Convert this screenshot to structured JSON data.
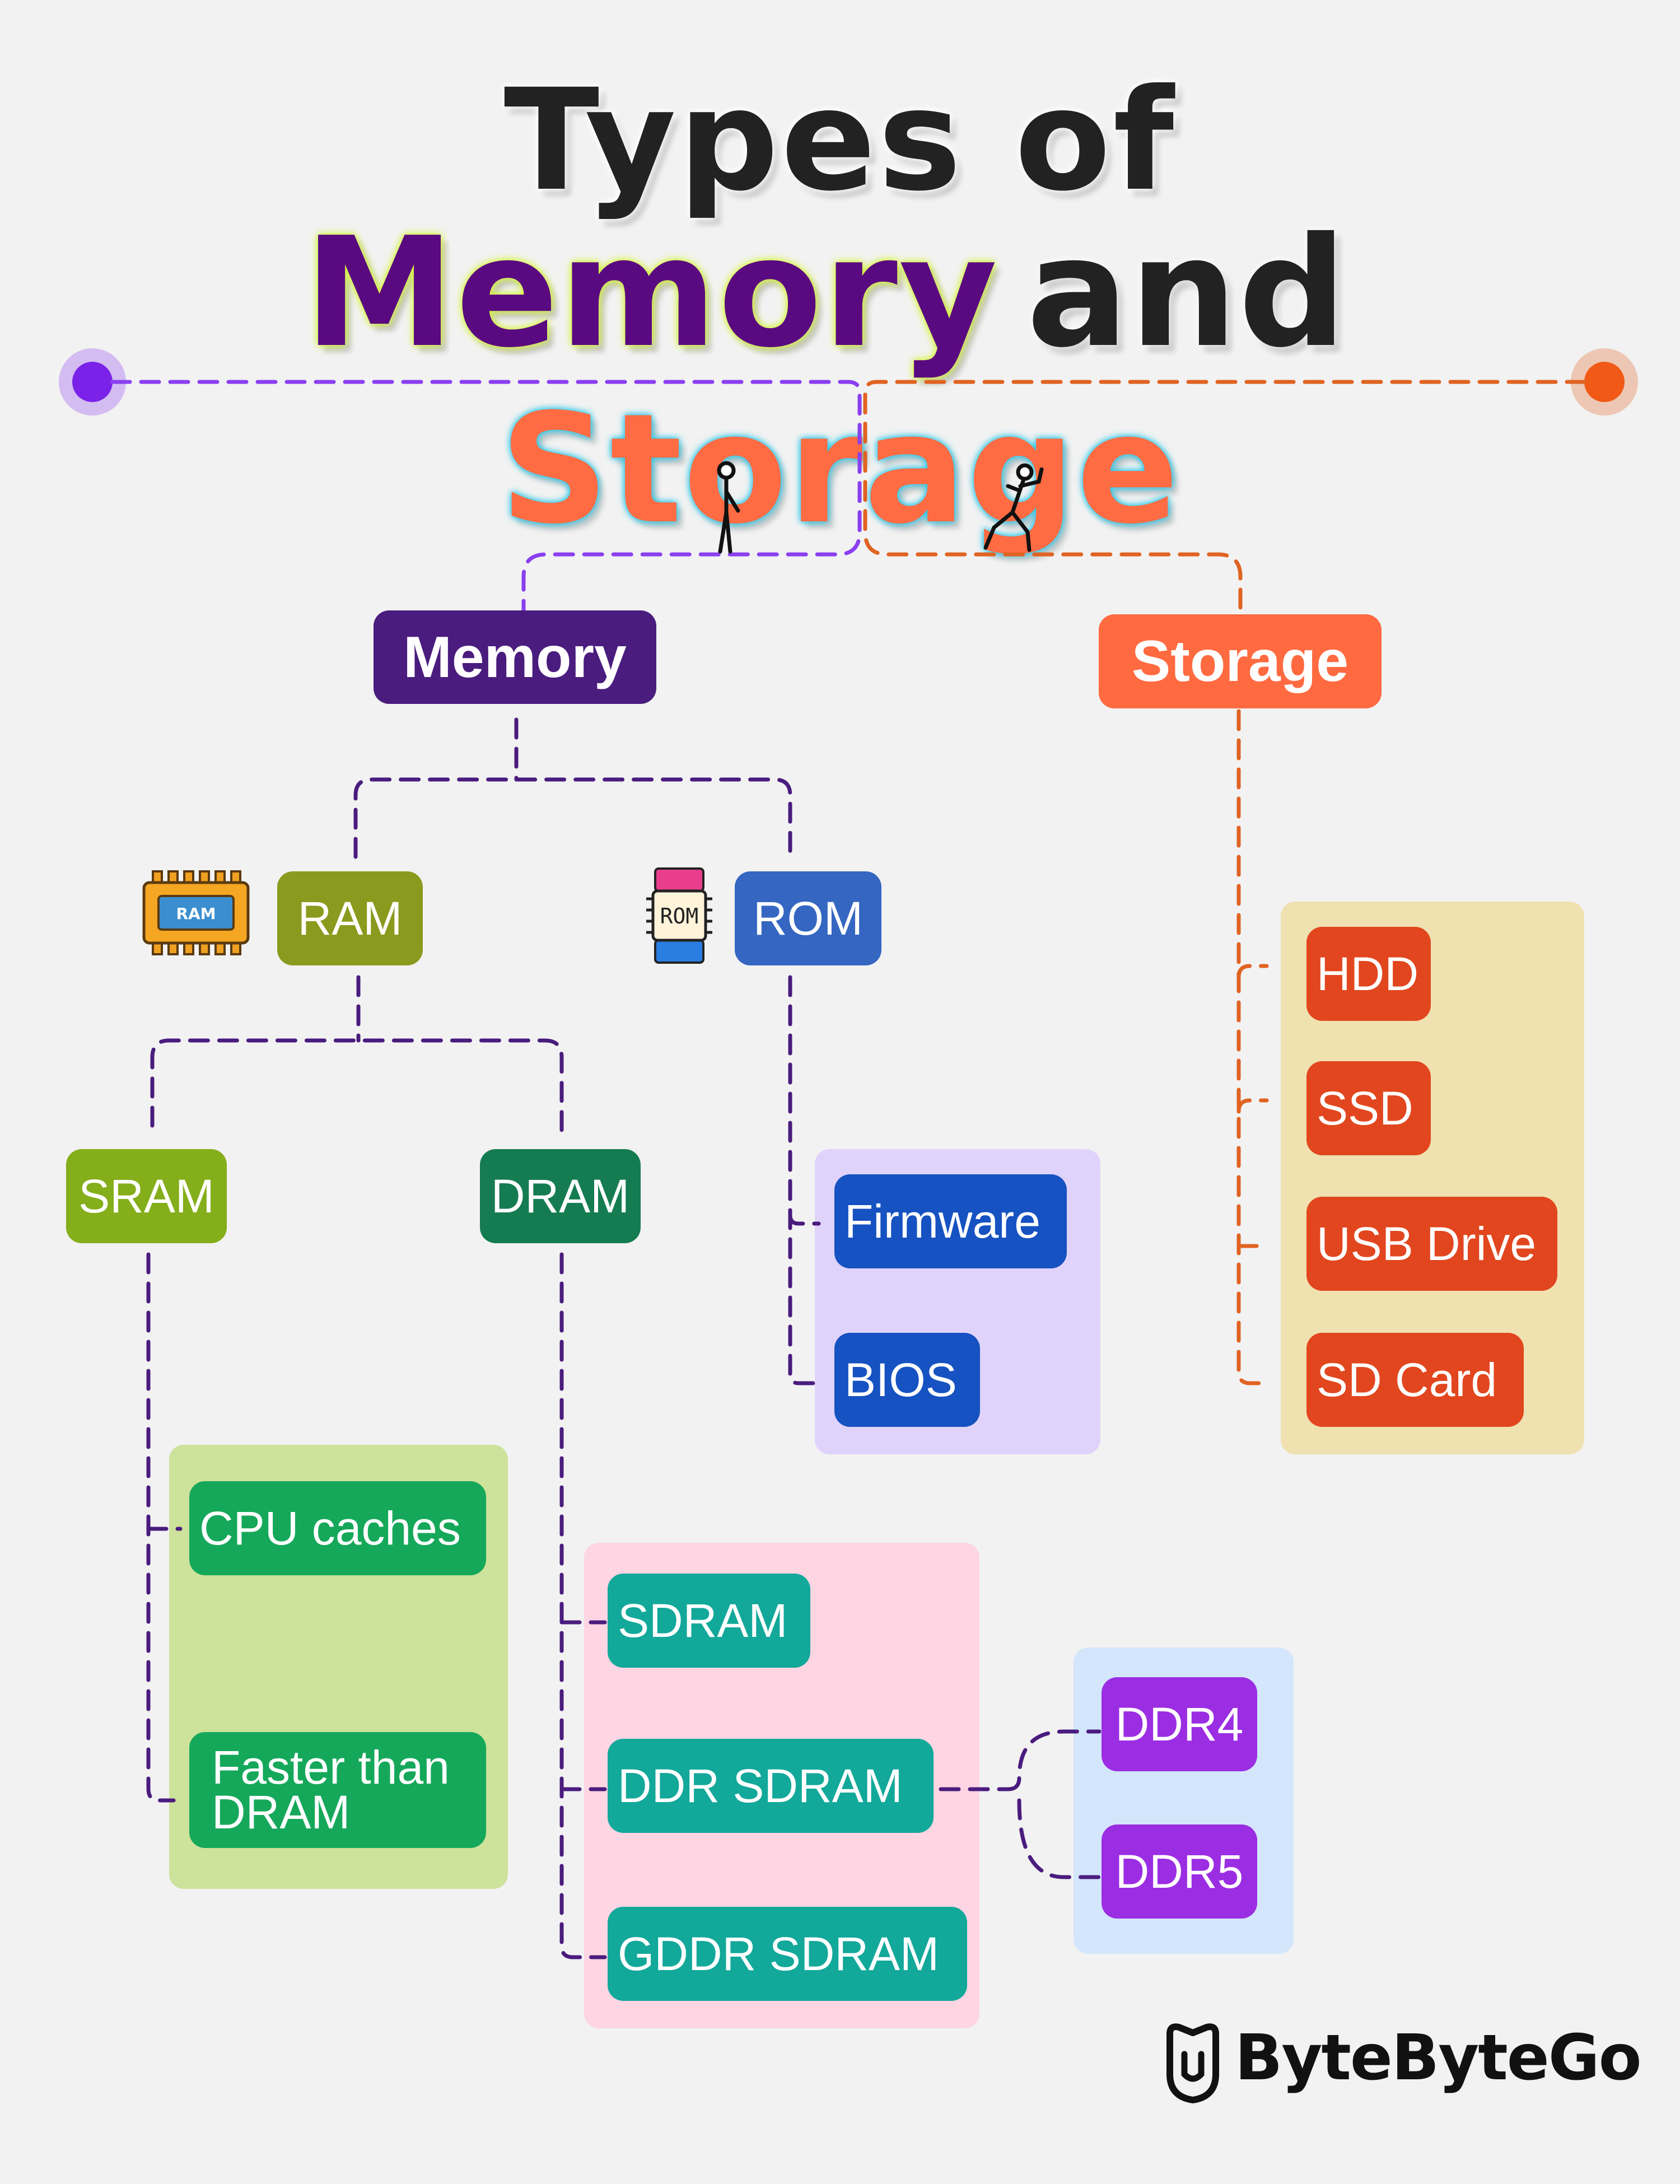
{
  "title": {
    "line1": "Types of",
    "memory_word": "Memory",
    "and_word": "and",
    "storage_word": "Storage"
  },
  "nodes": {
    "memory": "Memory",
    "storage": "Storage",
    "ram": "RAM",
    "rom": "ROM",
    "sram": "SRAM",
    "dram": "DRAM",
    "firmware": "Firmware",
    "bios": "BIOS",
    "hdd": "HDD",
    "ssd": "SSD",
    "usb_drive": "USB Drive",
    "sd_card": "SD Card",
    "cpu_caches": "CPU caches",
    "faster_than_dram": "Faster than\nDRAM",
    "sdram": "SDRAM",
    "ddr_sdram": "DDR SDRAM",
    "gddr_sdram": "GDDR SDRAM",
    "ddr4": "DDR4",
    "ddr5": "DDR5"
  },
  "icons": {
    "ram_chip_label": "RAM",
    "rom_chip_label": "ROM"
  },
  "brand": {
    "name": "ByteByteGo"
  },
  "colors": {
    "memory_accent": "#8a3ff0",
    "storage_accent": "#e06322",
    "memory_node": "#4a1c7e",
    "storage_node": "#ff6a40",
    "ram_node": "#8a9a1e",
    "rom_node": "#3566c2",
    "sram_node": "#84ae1a",
    "dram_node": "#157c52",
    "bios_group_bg": "#e0d3fb",
    "storage_group_bg": "#f0e1b0",
    "sram_group_bg": "#cde29a",
    "dram_group_bg": "#fdd5e3",
    "ddr_group_bg": "#d3e6fb"
  }
}
